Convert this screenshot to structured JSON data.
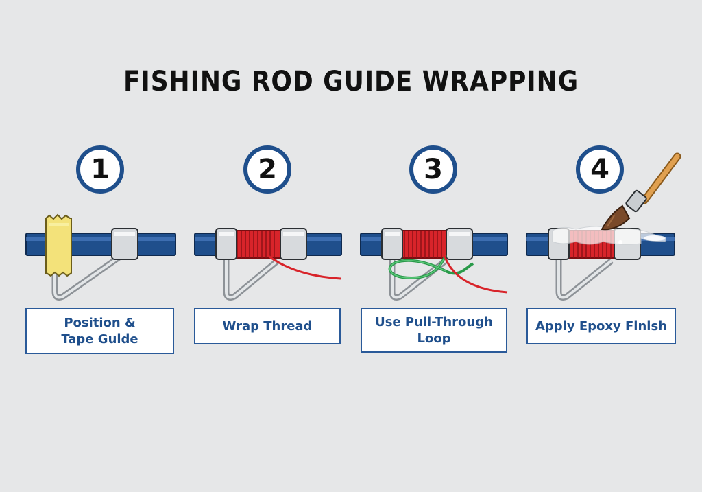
{
  "title": "FISHING ROD GUIDE WRAPPING",
  "steps": [
    {
      "number": "1",
      "label": "Position & Tape Guide"
    },
    {
      "number": "2",
      "label": "Wrap Thread"
    },
    {
      "number": "3",
      "label": "Use Pull-Through Loop"
    },
    {
      "number": "4",
      "label": "Apply Epoxy Finish"
    }
  ],
  "colors": {
    "rod": "#1f4f8c",
    "thread": "#d8242a",
    "loop": "#2a9a4a",
    "tape": "#f3e27a",
    "ferrule": "#d7dadd",
    "brush_handle": "#e0a050",
    "brush_tip": "#7a4a2a"
  }
}
